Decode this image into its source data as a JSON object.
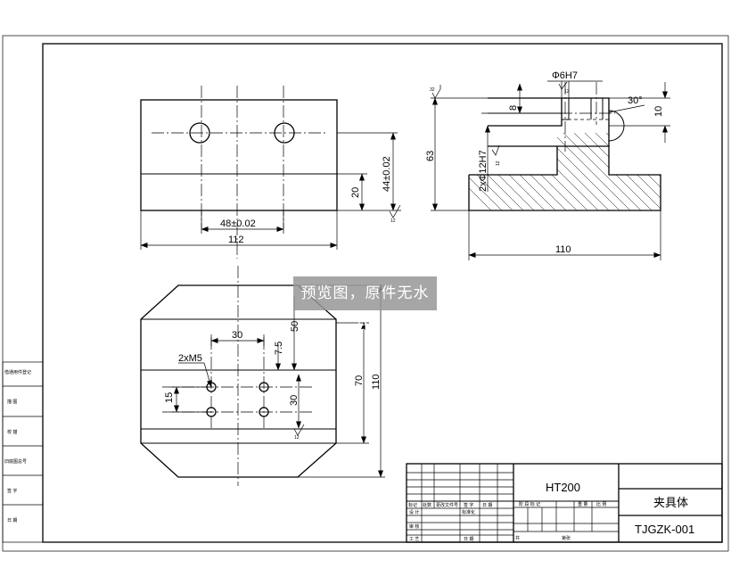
{
  "sheet": {
    "side_labels": [
      "借通用件登记",
      "描 图",
      "校 描",
      "旧底图总号",
      "签 字",
      "日 期"
    ]
  },
  "dimensions": {
    "top_view": {
      "hole_spacing": "48±0.02",
      "width": "112",
      "height_20": "20",
      "height_44": "44±0.02",
      "roughness": "12"
    },
    "side_view": {
      "bore": "Φ6H7",
      "bore_rough": "12",
      "depth_8": "8",
      "chamfer": "30°",
      "height_10": "10",
      "height_63": "63",
      "fit": "2xΦ12H7",
      "fit_rough": "12",
      "rough_top": "32",
      "width_110": "110"
    },
    "plan_view": {
      "spacing_30": "30",
      "dim_50": "50",
      "dim_7_5": "7.5",
      "thread": "2xM5",
      "dim_15": "15",
      "dim_30v": "30",
      "dim_70": "70",
      "dim_110": "110",
      "roughness": "12"
    }
  },
  "title_block": {
    "material": "HT200",
    "part_name": "夹具体",
    "drawing_no": "TJGZK-001",
    "rev_headers": [
      "标记",
      "处数",
      "更改文件号",
      "签 字",
      "日 期"
    ],
    "row_design": "设 计",
    "row_standard": "标准化",
    "row_review": "审 核",
    "row_process": "工 艺",
    "row_date": "日 期",
    "stage_headers": [
      "阶 段 标 记",
      "重 量",
      "比 例"
    ],
    "sheet_total": "共",
    "sheet_no": "第张"
  },
  "watermark": "预览图，原件无水印"
}
